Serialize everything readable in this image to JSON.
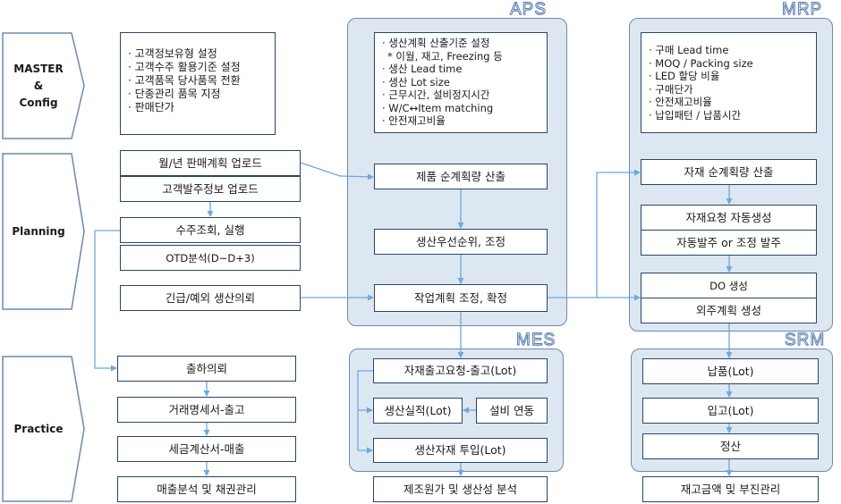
{
  "colors": {
    "panel_fill": "#dde7f2",
    "panel_border": "#6e88ad",
    "arrow": "#6fa8dc",
    "box_border": "#2c4566"
  },
  "stages": {
    "master": "MASTER\n&\nConfig",
    "planning": "Planning",
    "practice": "Practice"
  },
  "panels": {
    "aps": "APS",
    "mrp": "MRP",
    "mes": "MES",
    "srm": "SRM"
  },
  "master_list": [
    "· 고객정보유형 설정",
    "· 고객수주 활용기준 설정",
    "· 고객품목 당사품목 전환",
    "· 단종관리 품목 지정",
    "· 판매단가"
  ],
  "aps_list": [
    "· 생산계획 산출기준 설정",
    "* 이월, 재고, Freezing 등",
    "· 생산 Lead time",
    "· 생산 Lot size",
    "· 근무시간, 설비정지시간",
    "· W/C↔Item matching",
    "· 안전재고비율"
  ],
  "mrp_list": [
    "· 구매 Lead time",
    "· MOQ / Packing size",
    "· LED 할당 비율",
    "· 구매단가",
    "· 안전재고비율",
    "· 납입패턴 / 납품시간"
  ],
  "planning": {
    "sales_upload": "월/년 판매계획 업로드",
    "order_upload": "고객발주정보 업로드",
    "order_inquiry": "수주조회, 실행",
    "otd": "OTD분석(D~D+3)",
    "urgent": "긴급/예외 생산의뢰"
  },
  "aps_flow": {
    "net_req": "제품 순계획량 산출",
    "priority": "생산우선순위, 조정",
    "confirm": "작업계획 조정, 확정"
  },
  "mrp_flow": {
    "mat_req": "자재 순계획량 산출",
    "auto_request": "자재요청 자동생성",
    "auto_order": "자동발주 or 조정 발주",
    "do_create": "DO 생성",
    "outsource": "외주계획 생성"
  },
  "practice": {
    "ship_req": "출하의뢰",
    "statement": "거래명세서-출고",
    "tax_invoice": "세금계산서-매출",
    "sales_analysis": "매출분석 및 채권관리"
  },
  "mes_flow": {
    "issue": "자재출고요청-출고(Lot)",
    "result": "생산실적(Lot)",
    "equip": "설비 연동",
    "input": "생산자재 투입(Lot)",
    "cost": "제조원가 및 생산성 분석"
  },
  "srm_flow": {
    "delivery": "납품(Lot)",
    "receiving": "입고(Lot)",
    "settle": "정산",
    "inventory": "재고금액 및 부진관리"
  }
}
